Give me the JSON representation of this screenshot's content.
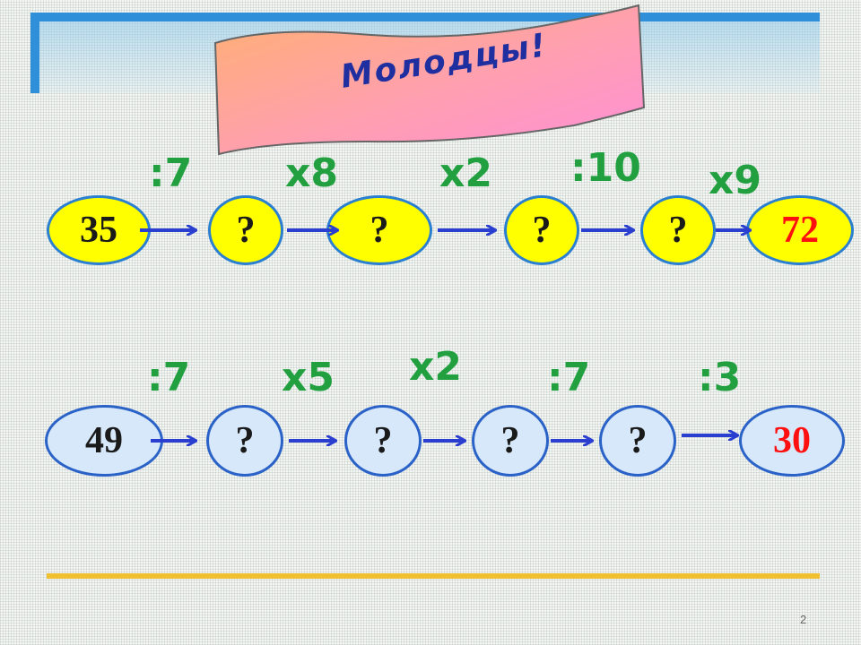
{
  "banner": {
    "text": "Молодцы!"
  },
  "row1": {
    "start": "35",
    "unknowns": [
      "?",
      "?",
      "?",
      "?"
    ],
    "end": "72",
    "ops": [
      ":7",
      "x8",
      "x2",
      ":10",
      "x9"
    ]
  },
  "row2": {
    "start": "49",
    "unknowns": [
      "?",
      "?",
      "?",
      "?"
    ],
    "end": "30",
    "ops": [
      ":7",
      "x5",
      "x2",
      ":7",
      ":3"
    ]
  },
  "footer": {
    "page_number": "2"
  },
  "colors": {
    "frame": "#2f8fd8",
    "node_yellow": "#ffff00",
    "node_blue": "#d6e8fa",
    "operation_text": "#22a040",
    "banner_text": "#1f2f9f",
    "result_text": "#ff1010",
    "underline": "#f0c030"
  }
}
